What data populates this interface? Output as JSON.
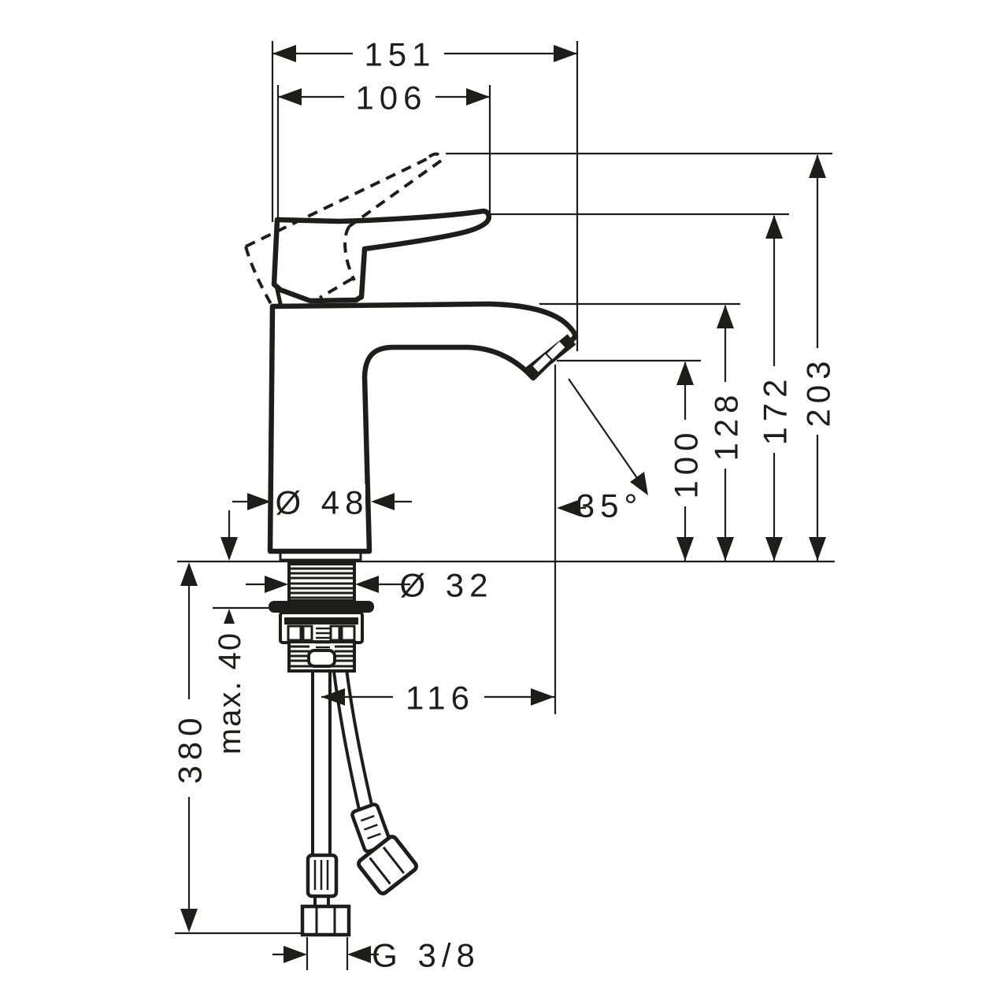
{
  "drawing": {
    "type": "technical-dimension-drawing",
    "subject": "single-lever basin mixer faucet, side elevation with mounting hardware and supply hoses",
    "background_color": "#ffffff",
    "line_color": "#1d1d1b",
    "labels": {
      "overall_projection": "151",
      "handle_projection": "106",
      "overall_height": "203",
      "handle_height": "172",
      "spout_top_height": "128",
      "outlet_height": "100",
      "outlet_angle": "35°",
      "body_diameter": "Ø 48",
      "shank_diameter": "Ø 32",
      "max_mounting_thickness": "max. 40",
      "hose_length": "380",
      "outlet_reach": "116",
      "connection_thread": "G 3/8"
    }
  }
}
